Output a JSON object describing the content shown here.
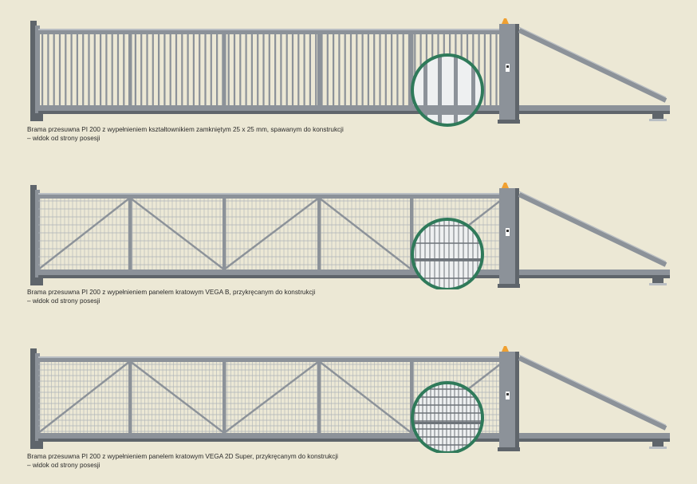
{
  "colors": {
    "background": "#ece8d5",
    "frame": "#8c9299",
    "frame_dark": "#5f656b",
    "frame_light": "#b9bec3",
    "mesh": "#aeb3b8",
    "lens_ring": "#2f7a5a",
    "warning_lamp": "#f0a030"
  },
  "gates": [
    {
      "infill": "vertical-bars",
      "caption_line1": "Brama przesuwna PI 200 z wypełnieniem kształtownikiem zamkniętym 25 x 25 mm, spawanym do konstrukcji",
      "caption_line2": "– widok od strony posesji"
    },
    {
      "infill": "mesh-panel-vega-b",
      "caption_line1": "Brama przesuwna PI 200 z wypełnieniem panelem kratowym VEGA B, przykręcanym do konstrukcji",
      "caption_line2": "– widok od strony posesji"
    },
    {
      "infill": "mesh-panel-vega-2d-super",
      "caption_line1": "Brama przesuwna PI 200 z wypełnieniem panelem kratowym VEGA 2D Super, przykręcanym do konstrukcji",
      "caption_line2": "– widok od strony posesji"
    }
  ]
}
